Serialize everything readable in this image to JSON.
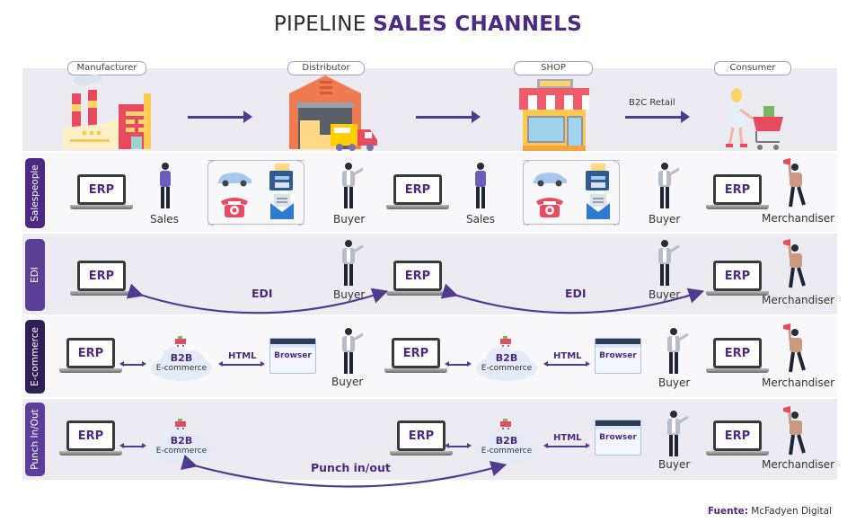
{
  "title": {
    "light": "PIPELINE",
    "bold": "SALES CHANNELS"
  },
  "stages": [
    {
      "label": "Manufacturer",
      "icon": "factory-icon"
    },
    {
      "label": "Distributor",
      "icon": "warehouse-icon"
    },
    {
      "label": "SHOP",
      "icon": "shop-icon"
    },
    {
      "label": "Consumer",
      "icon": "shopper-icon"
    }
  ],
  "flow_arrows": {
    "retail_label": "B2C Retail"
  },
  "channels": [
    {
      "name": "Salespeople",
      "color": "#4a2a82",
      "erp": "ERP",
      "sales": "Sales",
      "buyer": "Buyer",
      "merchandiser": "Merchandiser",
      "contact_methods": [
        "car-icon",
        "fax-icon",
        "phone-icon",
        "email-icon"
      ]
    },
    {
      "name": "EDI",
      "color": "#5b3e96",
      "erp": "ERP",
      "link": "EDI",
      "buyer": "Buyer",
      "merchandiser": "Merchandiser"
    },
    {
      "name": "E-commerce",
      "color": "#2e1f57",
      "erp": "ERP",
      "platform_title": "B2B",
      "platform_sub": "E-commerce",
      "protocol": "HTML",
      "browser": "Browser",
      "buyer": "Buyer",
      "merchandiser": "Merchandiser"
    },
    {
      "name": "Punch In/Out",
      "color": "#5a3f99",
      "erp": "ERP",
      "platform_title": "B2B",
      "platform_sub": "E-commerce",
      "protocol": "HTML",
      "browser": "Browser",
      "link": "Punch in/out",
      "buyer": "Buyer",
      "merchandiser": "Merchandiser"
    }
  ],
  "source": {
    "label": "Fuente:",
    "value": "McFadyen Digital"
  }
}
